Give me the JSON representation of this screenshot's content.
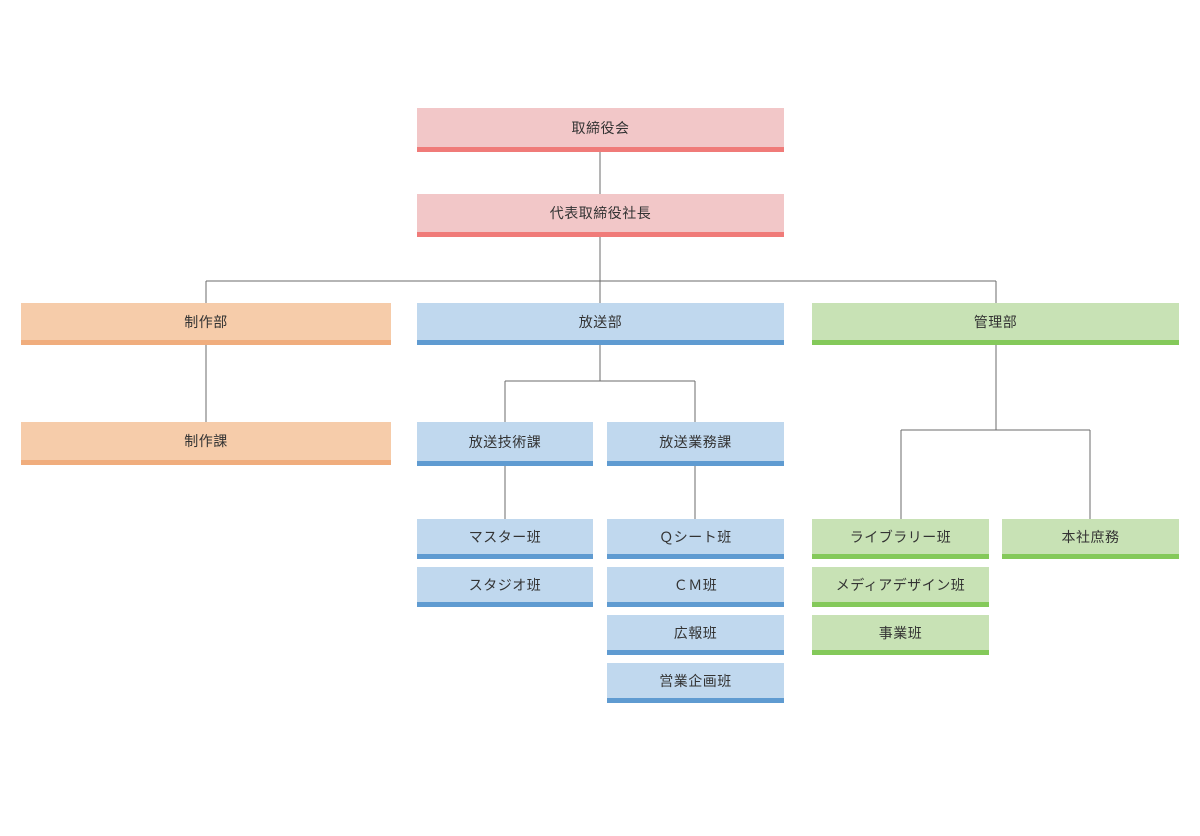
{
  "org": {
    "board": "取締役会",
    "president": "代表取締役社長",
    "production": {
      "dept": "制作部",
      "section": "制作課"
    },
    "broadcast": {
      "dept": "放送部",
      "tech_section": "放送技術課",
      "ops_section": "放送業務課",
      "tech_teams": [
        "マスター班",
        "スタジオ班"
      ],
      "ops_teams": [
        "Ｑシート班",
        "ＣＭ班",
        "広報班",
        "営業企画班"
      ]
    },
    "admin": {
      "dept": "管理部",
      "library_team": "ライブラリー班",
      "media_design_team": "メディアデザイン班",
      "business_team": "事業班",
      "general_affairs": "本社庶務"
    }
  },
  "colors": {
    "executive": "#f2c7c8",
    "production": "#f6ccaa",
    "broadcast": "#c0d8ee",
    "admin": "#c8e2b5"
  }
}
